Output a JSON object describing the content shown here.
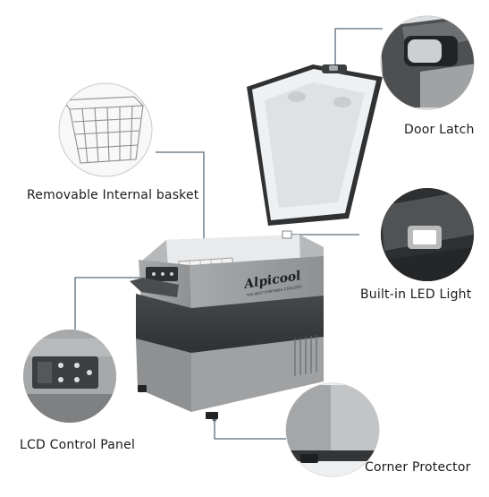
{
  "brand": {
    "logo_text": "Alpicool",
    "tagline": "THE BEST PORTABLE COOLERS"
  },
  "callouts": {
    "door_latch": "Door Latch",
    "basket": "Removable Internal basket",
    "led_light": "Built-in LED Light",
    "lcd_panel": "LCD Control Panel",
    "corner_protector": "Corner Protector"
  },
  "colors": {
    "body_gray": "#9a9c9e",
    "band_dark": "#3a3c3e",
    "lid_white": "#eef0f1",
    "callout_line": "#5a6a78"
  }
}
